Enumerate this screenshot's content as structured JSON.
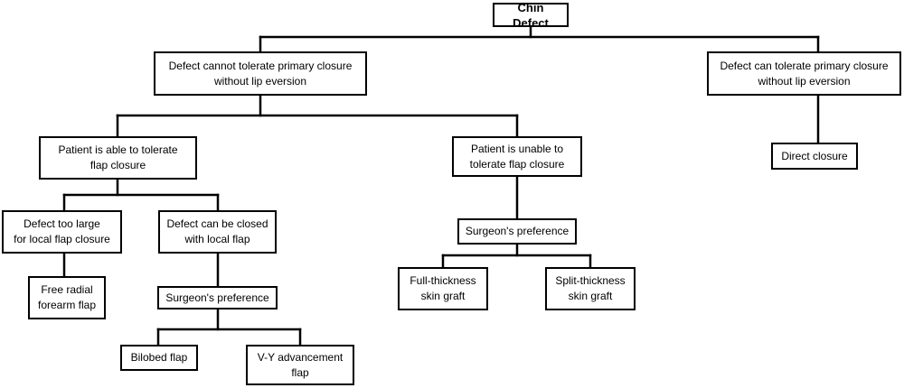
{
  "nodes": {
    "chin_defect": "Chin Defect",
    "cannot_tolerate": "Defect cannot tolerate primary closure\nwithout lip eversion",
    "can_tolerate": "Defect can tolerate primary closure\nwithout lip eversion",
    "able_flap": "Patient is able to tolerate\nflap closure",
    "unable_flap": "Patient is unable to\ntolerate flap closure",
    "direct_closure": "Direct closure",
    "too_large": "Defect too large\nfor local flap closure",
    "local_flap": "Defect can be closed\nwith local flap",
    "surgeon_pref_right": "Surgeon's preference",
    "free_radial": "Free radial\nforearm flap",
    "surgeon_pref_left": "Surgeon's preference",
    "full_thickness": "Full-thickness\nskin graft",
    "split_thickness": "Split-thickness\nskin graft",
    "bilobed": "Bilobed flap",
    "vy_advancement": "V-Y advancement\nflap"
  },
  "colors": {
    "line": "#000000",
    "box_border": "#000000",
    "background": "#ffffff"
  }
}
